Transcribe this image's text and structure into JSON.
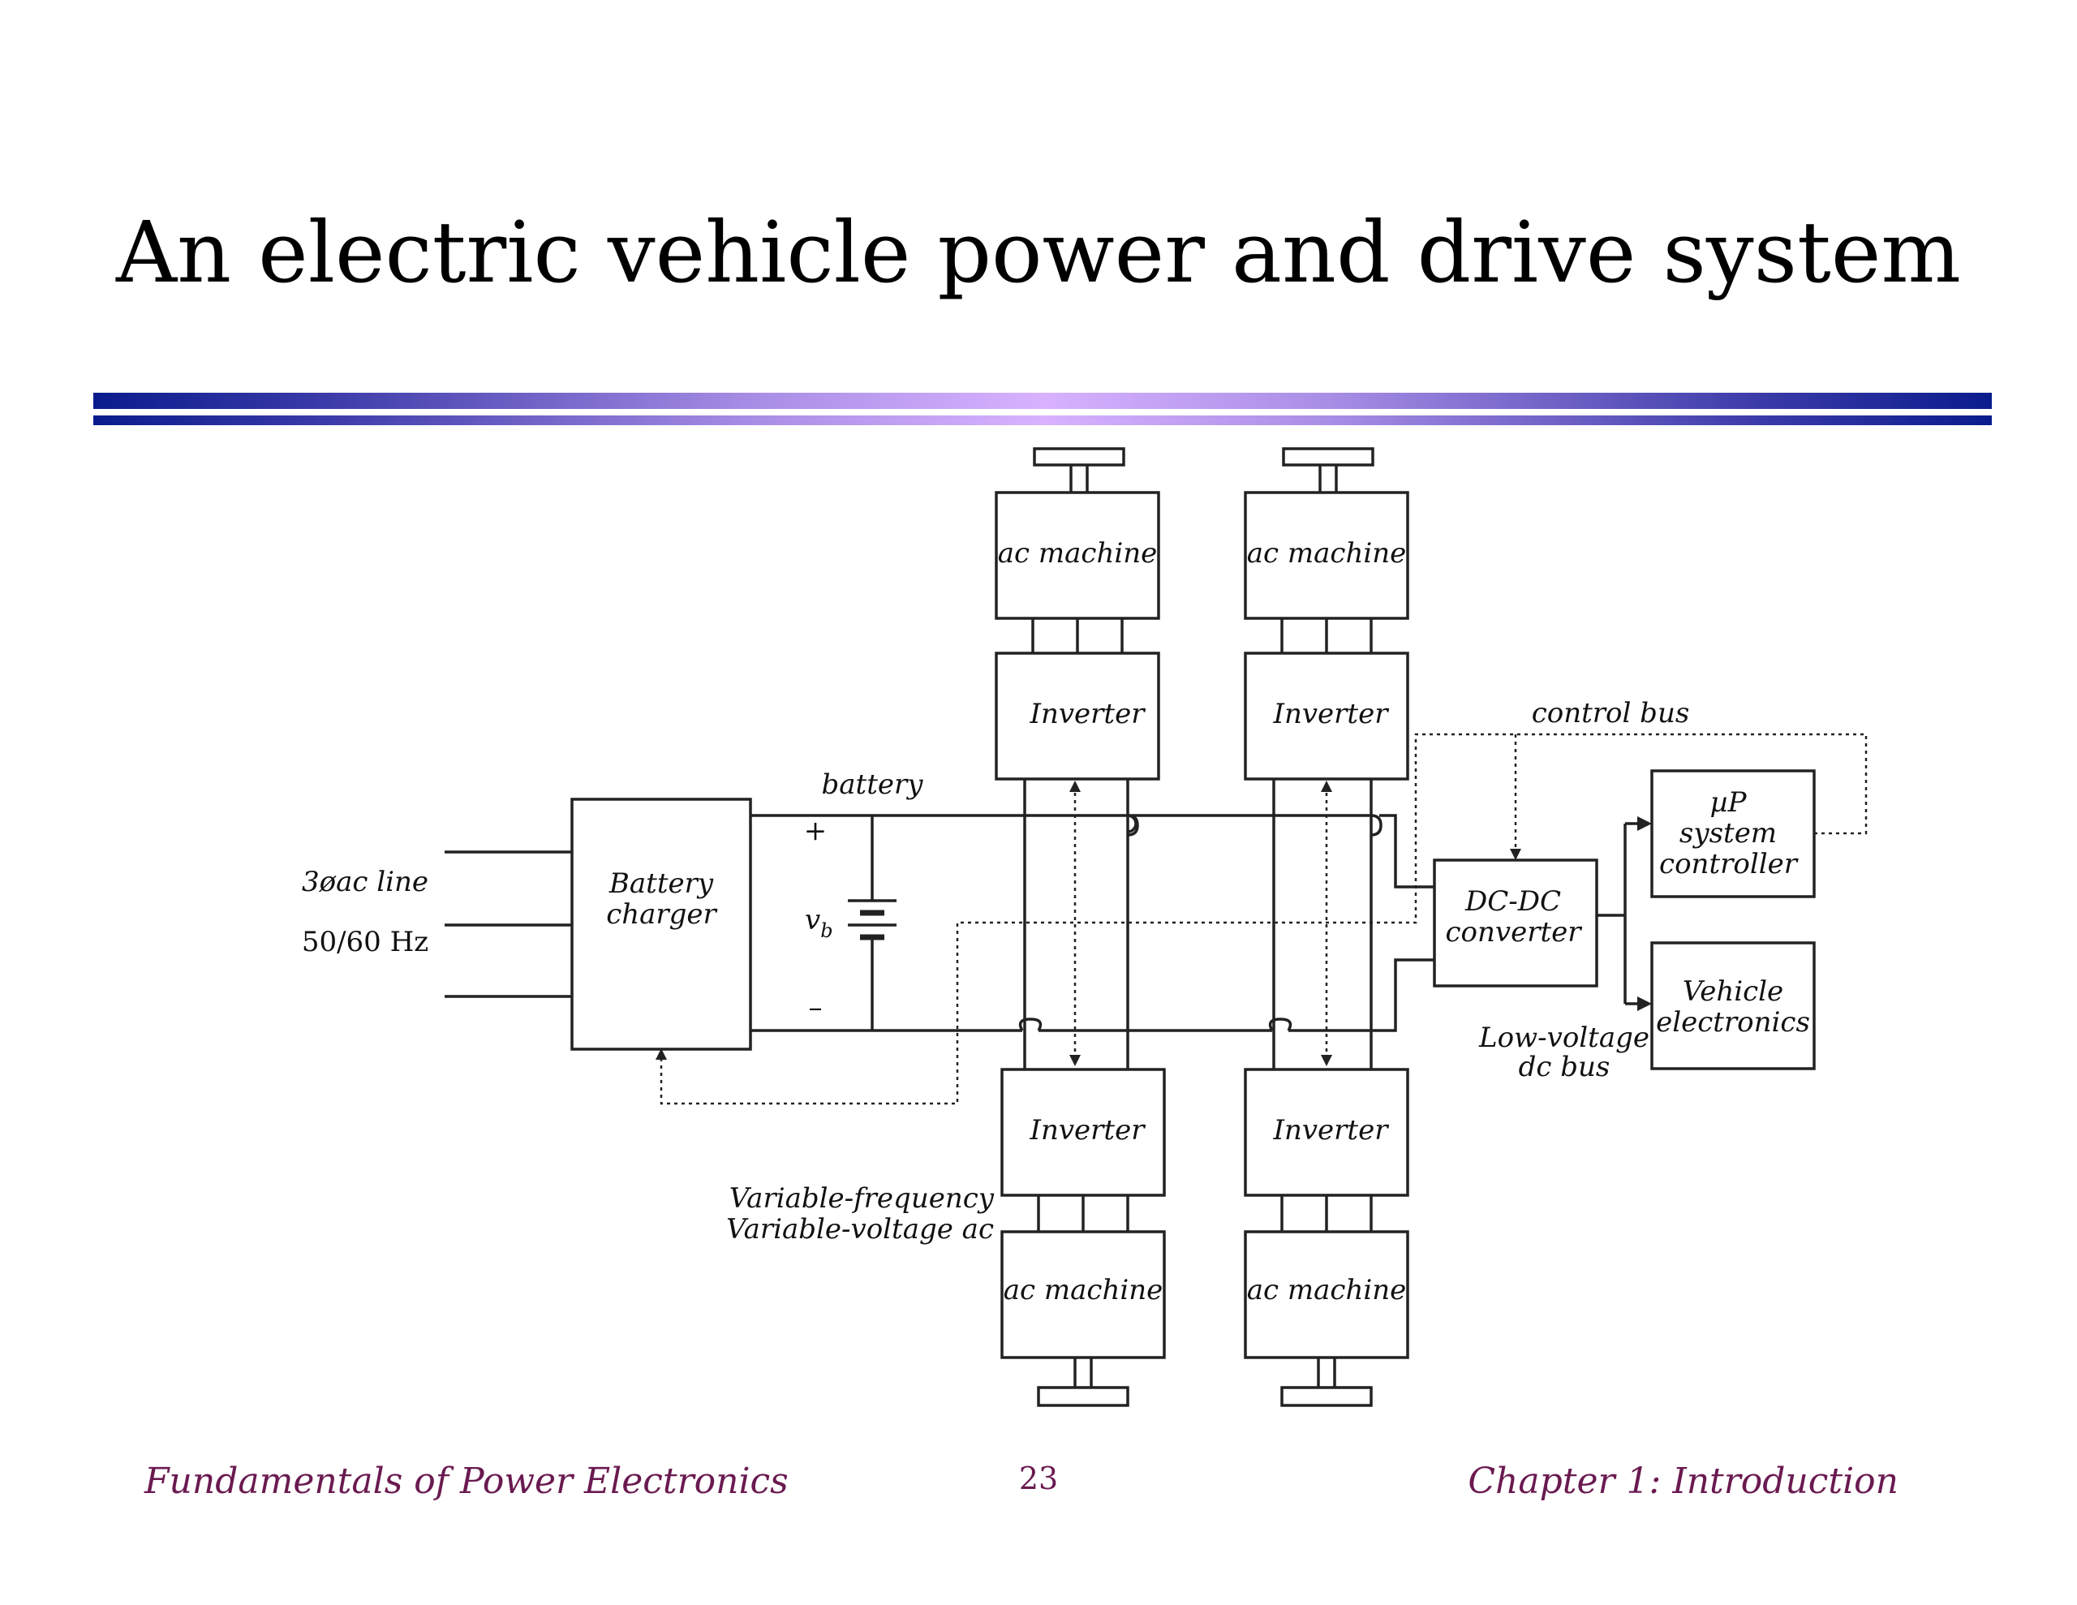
{
  "slide": {
    "title": "An electric vehicle power and drive system"
  },
  "diagram": {
    "ac_machine_label": "ac machine",
    "inverter_label": "Inverter",
    "battery_charger_line1": "Battery",
    "battery_charger_line2": "charger",
    "line_input_label1": "3øac line",
    "line_input_label2": "50/60 Hz",
    "battery_label": "battery",
    "plus_label": "+",
    "minus_label": "–",
    "vb_label": "v",
    "vb_subscript": "b",
    "control_bus_label": "control bus",
    "dcdc_line1": "DC-DC",
    "dcdc_line2": "converter",
    "controller_line1": "µP",
    "controller_line2": "system",
    "controller_line3": "controller",
    "vehicle_elec_line1": "Vehicle",
    "vehicle_elec_line2": "electronics",
    "low_voltage_line1": "Low-voltage",
    "low_voltage_line2": "dc bus",
    "var_freq_line1": "Variable-frequency",
    "var_freq_line2": "Variable-voltage ac"
  },
  "footer": {
    "left": "Fundamentals of Power Electronics",
    "page_number": "23",
    "right": "Chapter 1: Introduction"
  }
}
